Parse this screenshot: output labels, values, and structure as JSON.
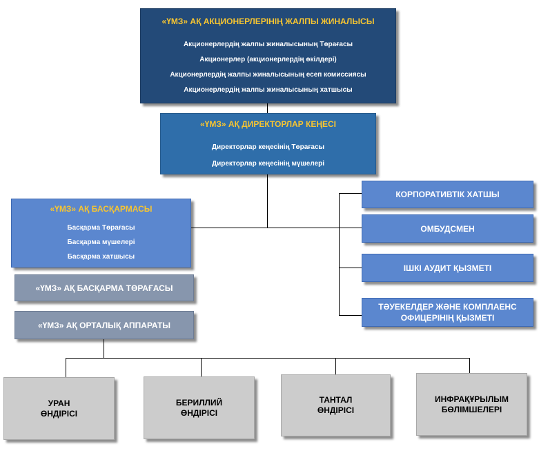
{
  "general_assembly": {
    "title": "«ҮМЗ» АҚ АКЦИОНЕРЛЕРІНІҢ ЖАЛПЫ ЖИНАЛЫСЫ",
    "lines": [
      "Акционерлердің жалпы жиналысының Төрағасы",
      "Акционерлер (акционерлердің өкілдері)",
      "Акционерлердің жалпы жиналысының есеп комиссиясы",
      "Акционерлердің жалпы жиналысының хатшысы"
    ]
  },
  "board_of_directors": {
    "title": "«ҮМЗ» АҚ ДИРЕКТОРЛАР КЕҢЕСІ",
    "lines": [
      "Директорлар кеңесінің Төрағасы",
      "Директорлар кеңесінің мүшелері"
    ]
  },
  "management_board": {
    "title": "«ҮМЗ» АҚ БАСҚАРМАСЫ",
    "lines": [
      "Басқарма Төрағасы",
      "Басқарма мүшелері",
      "Басқарма хатшысы"
    ]
  },
  "side_units": [
    "КОРПОРАТИВТІК ХАТШЫ",
    "ОМБУДСМЕН",
    "ІШКІ АУДИТ ҚЫЗМЕТІ",
    "ТӘУЕКЕЛДЕР ЖӘНЕ КОМПЛАЕНС ОФИЦЕРІНІҢ ҚЫЗМЕТІ"
  ],
  "chairman": "«ҮМЗ» АҚ БАСҚАРМА ТӨРАҒАСЫ",
  "central_apparatus": "«ҮМЗ» АҚ ОРТАЛЫҚ АППАРАТЫ",
  "productions": [
    {
      "line1": "УРАН",
      "line2": "ӨНДІРІСІ"
    },
    {
      "line1": "БЕРИЛЛИЙ",
      "line2": "ӨНДІРІСІ"
    },
    {
      "line1": "ТАНТАЛ",
      "line2": "ӨНДІРІСІ"
    },
    {
      "line1": "ИНФРАҚҰРЫЛЫМ",
      "line2": "БӨЛІМШЕЛЕРІ"
    }
  ],
  "colors": {
    "general_assembly": "#234a78",
    "board_of_directors": "#2f6eaa",
    "management_board": "#5b87cf",
    "side_units": "#5b87cf",
    "grey_units": "#8796ad",
    "productions": "#cccccc",
    "title_accent": "#f7c531"
  }
}
